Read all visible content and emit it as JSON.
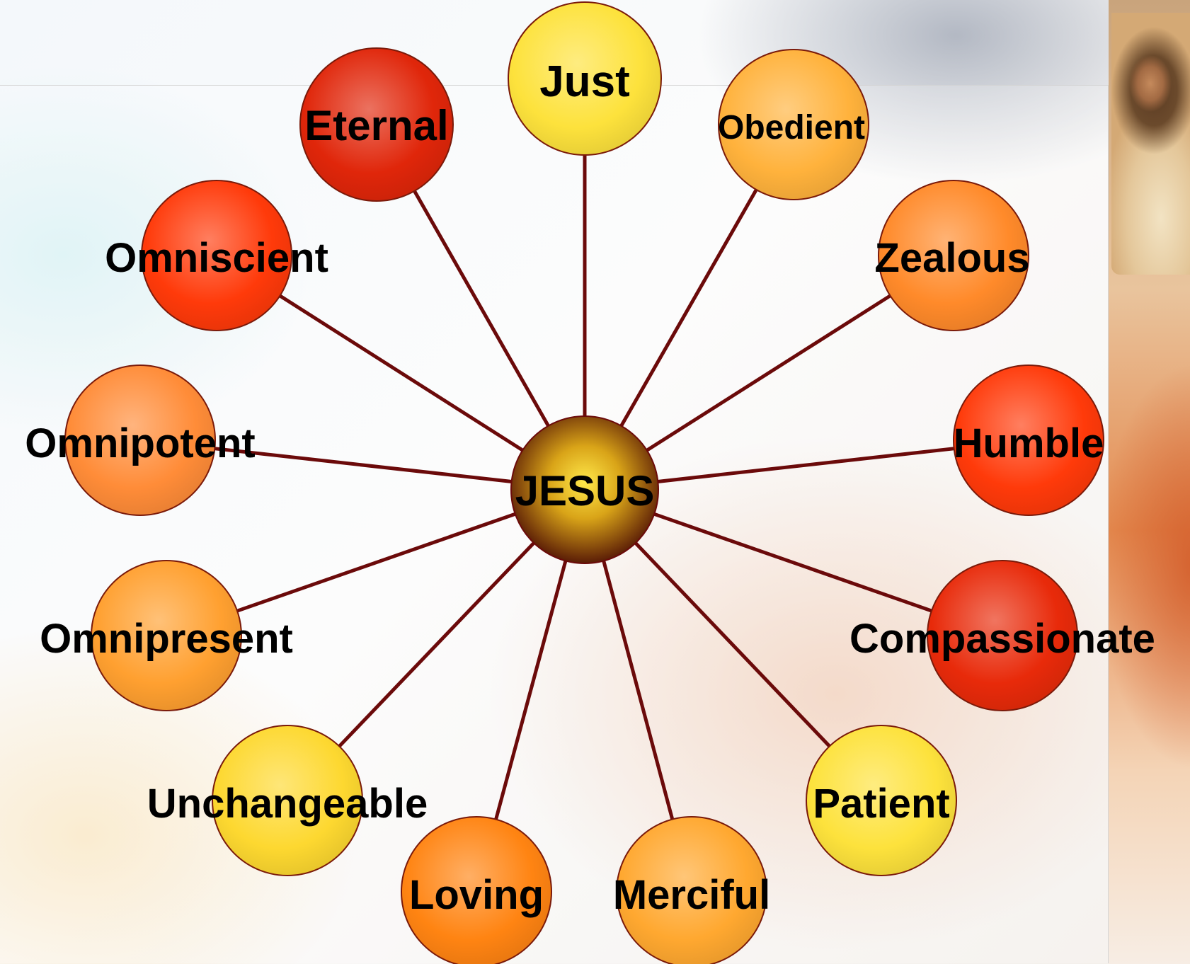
{
  "center": {
    "label": "JESUS"
  },
  "nodes": [
    {
      "label": "Just",
      "color": "#fde23c"
    },
    {
      "label": "Obedient",
      "color": "#ffb23c"
    },
    {
      "label": "Zealous",
      "color": "#ff8a2a"
    },
    {
      "label": "Humble",
      "color": "#ff3a0a"
    },
    {
      "label": "Compassionate",
      "color": "#e82a0a"
    },
    {
      "label": "Patient",
      "color": "#fde23c"
    },
    {
      "label": "Merciful",
      "color": "#ffa830"
    },
    {
      "label": "Loving",
      "color": "#ff8412"
    },
    {
      "label": "Unchangeable",
      "color": "#fdd830"
    },
    {
      "label": "Omnipresent",
      "color": "#ffa030"
    },
    {
      "label": "Omnipotent",
      "color": "#ff8c38"
    },
    {
      "label": "Omniscient",
      "color": "#ff3a0a"
    },
    {
      "label": "Eternal",
      "color": "#e0260a"
    }
  ],
  "colors": {
    "spoke": "#6b0a0a",
    "outline": "#7a1a0a",
    "center_fill": "#8a5a0a",
    "label": "#000000"
  },
  "images": {
    "portrait": "portrait-of-jesus"
  }
}
